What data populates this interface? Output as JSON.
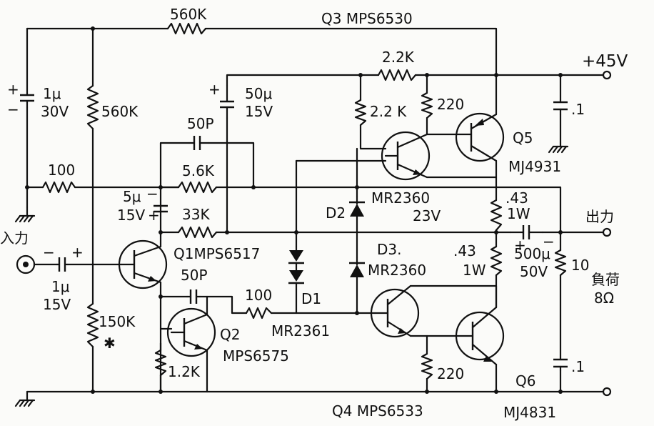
{
  "labels": {
    "q3": "Q3 MPS6530",
    "r560k_top": "560K",
    "r2k2_top": "2.2K",
    "plus45v": "+45V",
    "plus_c1": "+",
    "minus_c1": "−",
    "c1u": "1μ",
    "c1v": "30V",
    "r560k_left": "560K",
    "plus_c50": "+",
    "c50u": "50μ",
    "c50v": "15V",
    "r2k2_mid": "2.2 K",
    "r220_top": "220",
    "cap_1_top": ".1",
    "c50p_top": "50P",
    "q5": "Q5",
    "mj4931": "MJ4931",
    "r100_left": "100",
    "r5k6": "5.6K",
    "c5u": "5μ",
    "c5u_minus": "−",
    "c15v": "15V",
    "c15v_plus": "+",
    "r33k": "33K",
    "d2": "D2",
    "mr2360_a": "MR2360",
    "v23": "23V",
    "r043_a": ".43",
    "w1_a": "1W",
    "out": "出力",
    "in": "入力",
    "in_minus": "−",
    "in_plus": "+",
    "q1": "Q1MPS6517",
    "d3": "D3.",
    "mr2360_b": "MR2360",
    "r043_b": ".43",
    "w1_b": "1W",
    "c500_plus": "+",
    "c500_minus": "−",
    "c500u": "500μ",
    "c500v": "50V",
    "r10": "10",
    "load": "負荷",
    "ohm8": "8Ω",
    "cin1u": "1μ",
    "cin15v": "15V",
    "c50p_mid": "50P",
    "r150k": "150K",
    "star": "✱",
    "d1": "D1",
    "r100_mid": "100",
    "mr2361": "MR2361",
    "q2": "Q2",
    "mps6575": "MPS6575",
    "r1k2": "1.2K",
    "r220_bot": "220",
    "cap_1_bot": ".1",
    "q6": "Q6",
    "q4": "Q4 MPS6533",
    "mj4831": "MJ4831"
  }
}
